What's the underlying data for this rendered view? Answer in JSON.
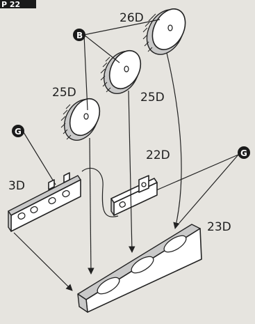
{
  "header_fragment": "P 22",
  "callouts": {
    "b": "B",
    "g": "G"
  },
  "parts": {
    "gear_top": "26D",
    "gear_middle": "25D",
    "gear_middle_label": "25D",
    "gear_left": "25D",
    "bracket_left": "3D",
    "bracket_small": "22D",
    "bracket_front": "23D"
  },
  "colors": {
    "background": "#e6e4df",
    "ink": "#222222",
    "callout_fill": "#1a1a1a"
  }
}
